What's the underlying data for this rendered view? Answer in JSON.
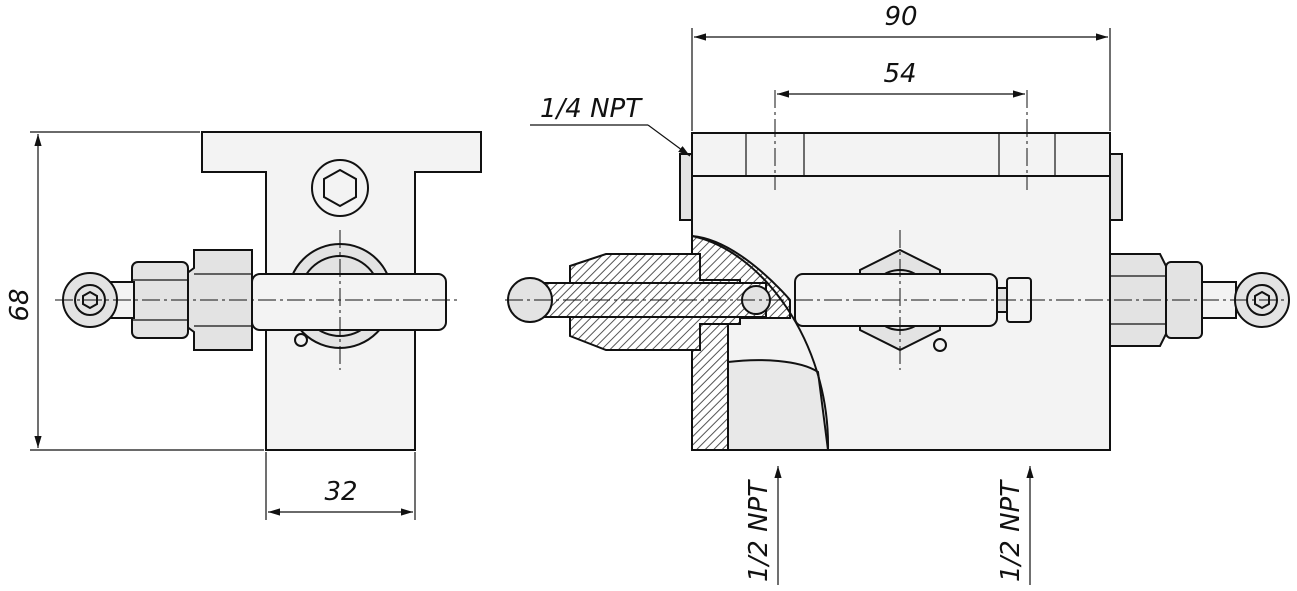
{
  "dimensions": {
    "height": "68",
    "width_side": "32",
    "overall_length": "90",
    "port_spacing": "54"
  },
  "callouts": {
    "gauge_port": "1/4 NPT",
    "process_port_left": "1/2 NPT",
    "process_port_right": "1/2 NPT"
  },
  "colors": {
    "line": "#111111",
    "body_fill": "#f3f3f3",
    "hatch": "#555555"
  }
}
